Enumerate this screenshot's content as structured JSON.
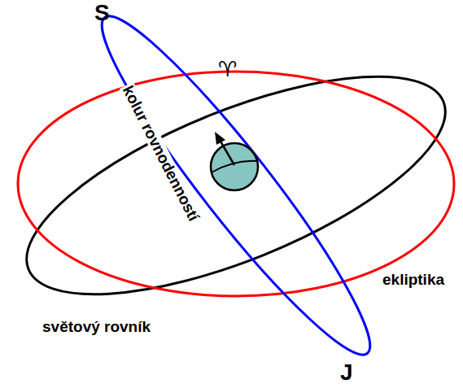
{
  "diagram": {
    "labels": [
      "S",
      "♈",
      "kolur rovnodenností",
      "ekliptika",
      "světový rovník",
      "J"
    ]
  }
}
